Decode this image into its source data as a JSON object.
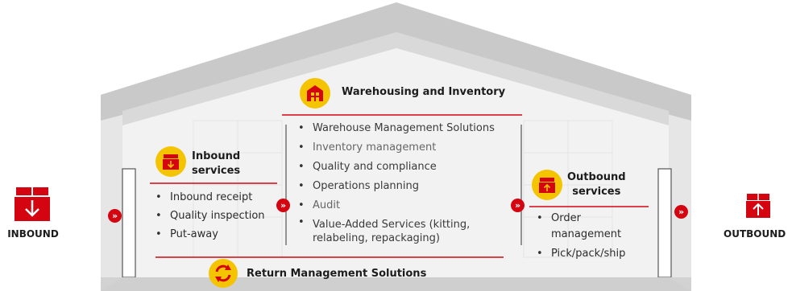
{
  "inbound_label": "INBOUND",
  "outbound_label": "OUTBOUND",
  "warehousing": {
    "title": "Warehousing and Inventory",
    "items": [
      "Warehouse Management Solutions",
      "Inventory management",
      "Quality and compliance",
      "Operations planning",
      "Audit",
      "Value-Added Services (kitting,",
      "relabeling, repackaging)"
    ]
  },
  "inbound_services": {
    "title_line1": "Inbound",
    "title_line2": "services",
    "items": [
      "Inbound receipt",
      "Quality inspection",
      "Put-away"
    ]
  },
  "outbound_services": {
    "title_line1": "Outbound",
    "title_line2": "services",
    "items": [
      "Order",
      "management",
      "Pick/pack/ship"
    ]
  },
  "return_management": {
    "title": "Return Management Solutions"
  },
  "chevron_glyph": "»",
  "colors": {
    "accent_red": "#d40511",
    "badge_yellow": "#f5c400",
    "roof_grey": "#dcdcdc",
    "wall_grey": "#efefef"
  },
  "icons": [
    "warehouse-icon",
    "inbound-box-icon",
    "outbound-box-icon",
    "refresh-icon",
    "chevron-double-right-icon"
  ]
}
